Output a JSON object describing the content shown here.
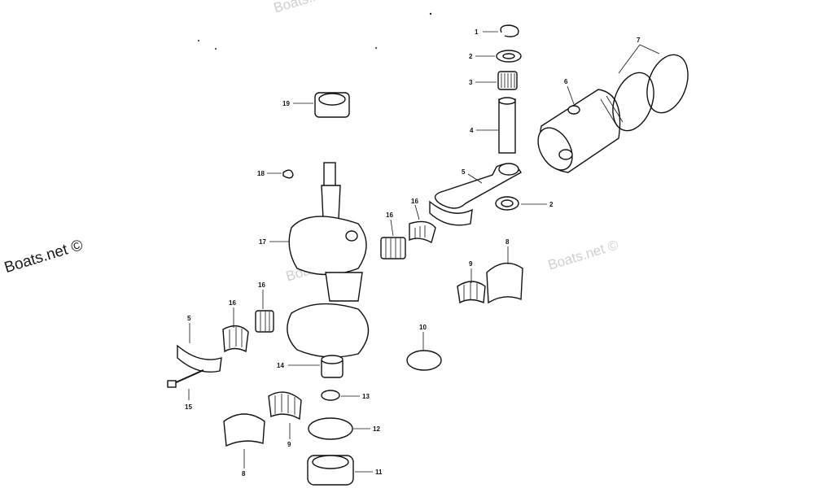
{
  "watermarks": {
    "main": "Boats.net ©",
    "faint_1": "Boats.net ©",
    "faint_2": "Boats.net ©",
    "faint_3": "Boats.net ©"
  },
  "callouts": [
    {
      "id": "c1",
      "number": "1"
    },
    {
      "id": "c2a",
      "number": "2"
    },
    {
      "id": "c3",
      "number": "3"
    },
    {
      "id": "c4",
      "number": "4"
    },
    {
      "id": "c5a",
      "number": "5"
    },
    {
      "id": "c6",
      "number": "6"
    },
    {
      "id": "c7",
      "number": "7"
    },
    {
      "id": "c2b",
      "number": "2"
    },
    {
      "id": "c8a",
      "number": "8"
    },
    {
      "id": "c9a",
      "number": "9"
    },
    {
      "id": "c16a",
      "number": "16"
    },
    {
      "id": "c16b",
      "number": "16"
    },
    {
      "id": "c19",
      "number": "19"
    },
    {
      "id": "c18",
      "number": "18"
    },
    {
      "id": "c17",
      "number": "17"
    },
    {
      "id": "c16c",
      "number": "16"
    },
    {
      "id": "c16d",
      "number": "16"
    },
    {
      "id": "c5b",
      "number": "5"
    },
    {
      "id": "c15",
      "number": "15"
    },
    {
      "id": "c14",
      "number": "14"
    },
    {
      "id": "c10",
      "number": "10"
    },
    {
      "id": "c13",
      "number": "13"
    },
    {
      "id": "c12",
      "number": "12"
    },
    {
      "id": "c9b",
      "number": "9"
    },
    {
      "id": "c8b",
      "number": "8"
    },
    {
      "id": "c11",
      "number": "11"
    }
  ]
}
